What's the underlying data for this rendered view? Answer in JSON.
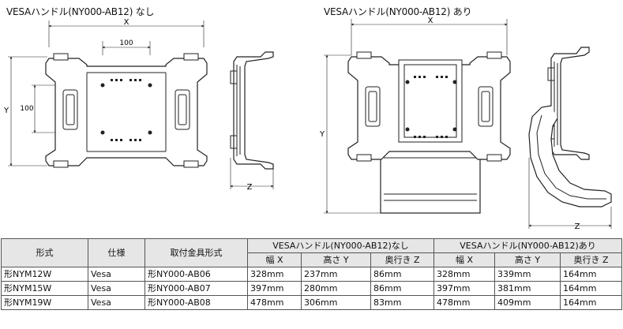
{
  "captions": {
    "left": "VESAハンドル(NY000-AB12) なし",
    "right": "VESAハンドル(NY000-AB12) あり"
  },
  "dimensions": {
    "x": "X",
    "y": "Y",
    "z": "Z",
    "hole_spacing_h": "100",
    "hole_spacing_v": "100"
  },
  "table": {
    "headers": {
      "model": "形式",
      "spec": "仕様",
      "bracket": "取付金具形式",
      "group_without": "VESAハンドル(NY000-AB12)なし",
      "group_with": "VESAハンドル(NY000-AB12)あり",
      "width": "幅 X",
      "height": "高さ Y",
      "depth": "奥行き Z"
    },
    "rows": [
      {
        "model": "形NYM12W",
        "spec": "Vesa",
        "bracket": "形NY000-AB06",
        "wx": "328mm",
        "wy": "237mm",
        "wz": "86mm",
        "hx": "328mm",
        "hy": "339mm",
        "hz": "164mm"
      },
      {
        "model": "形NYM15W",
        "spec": "Vesa",
        "bracket": "形NY000-AB07",
        "wx": "397mm",
        "wy": "280mm",
        "wz": "86mm",
        "hx": "397mm",
        "hy": "381mm",
        "hz": "164mm"
      },
      {
        "model": "形NYM19W",
        "spec": "Vesa",
        "bracket": "形NY000-AB08",
        "wx": "478mm",
        "wy": "306mm",
        "wz": "83mm",
        "hx": "478mm",
        "hy": "409mm",
        "hz": "164mm"
      }
    ]
  }
}
